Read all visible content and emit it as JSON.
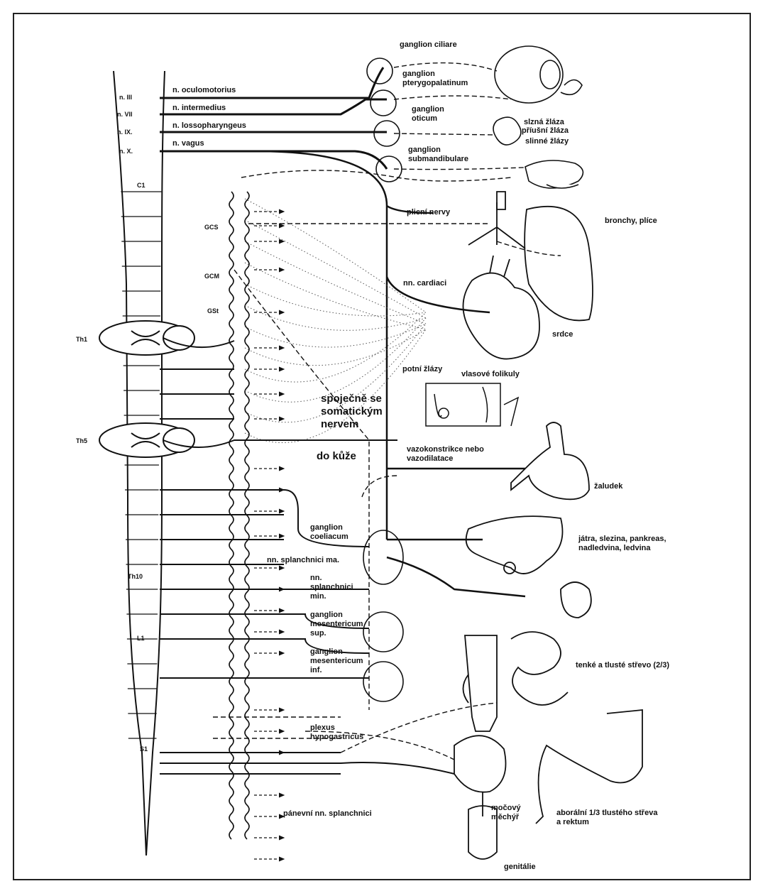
{
  "labels": {
    "n_III": "n. III",
    "n_VII": "n. VII",
    "n_IX": "n. IX.",
    "n_X": "n. X.",
    "oculomotorius": "n. oculomotorius",
    "intermedius": "n. intermedius",
    "glossopharyngeus": "n. lossopharyngeus",
    "vagus": "n. vagus",
    "C1": "C1",
    "GCS": "GCS",
    "GCM": "GCM",
    "GSt": "GSt",
    "Th1": "Th1",
    "Th5": "Th5",
    "Th10": "Th10",
    "L1": "L1",
    "S1": "S1",
    "ganglion_ciliare": "ganglion ciliare",
    "ganglion_pterygopalatinum": "ganglion\npterygopalatinum",
    "ganglion_oticum": "ganglion\noticum",
    "ganglion_submandibulare": "ganglion\nsubmandibulare",
    "slzna_zlaza": "slzná žláza",
    "priusni_zlaza": "příušní žláza",
    "slinne_zlazy": "slinné žlázy",
    "plicni_nervy": "plicní nervy",
    "bronchy_plice": "bronchy, plíce",
    "nn_cardiaci": "nn. cardiaci",
    "srdce": "srdce",
    "potni_zlazy": "potní žlázy",
    "vlasove_folikuly": "vlasové folikuly",
    "spojecne": "spoječně se\nsomatickým\nnervem",
    "do_kuze": "do kůže",
    "vazokonstrikce": "vazokonstrikce nebo\nvazodilatace",
    "zaludek": "žaludek",
    "ganglion_coeliacum": "ganglion\ncoeliacum",
    "jatra": "játra, slezina, pankreas,\nnadledvina, ledvina",
    "splanchnici_maj": "nn. splanchnici ma.",
    "splanchnici_min": "nn.\nsplanchnici\nmin.",
    "mesentericum_sup": "ganglion\nmesentericum\nsup.",
    "mesentericum_inf": "ganglion\nmesentericum\ninf.",
    "strevo": "tenké a tlusté střevo (2/3)",
    "plexus": "plexus\nhypogastricus",
    "panevni": "pánevní nn. splanchnici",
    "mocovy": "močový\nměchýř",
    "aboralni": "aborální 1/3 tlustého střeva\na rektum",
    "genitalie": "genitálie"
  }
}
